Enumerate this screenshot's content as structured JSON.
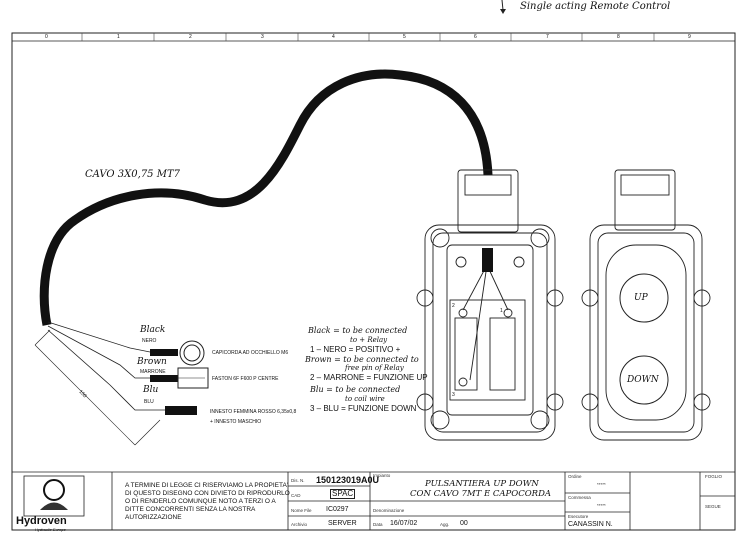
{
  "annotation_top": "Single acting Remote Control",
  "grid_columns": [
    "0",
    "1",
    "2",
    "3",
    "4",
    "5",
    "6",
    "7",
    "8",
    "9"
  ],
  "cable_label": "CAVO 3X0,75 MT7",
  "dimension": "150",
  "wires": [
    {
      "handwritten": "Black",
      "label": "NERO",
      "terminal": "CAPICORDA AD OCCHIELLO M6"
    },
    {
      "handwritten": "Brown",
      "label": "MARRONE",
      "terminal": "FASTON 6F F600 P CENTRE"
    },
    {
      "handwritten": "Blu",
      "label": "BLU",
      "terminal": "INNESTO FEMMINA ROSSO 6,35x0,8",
      "terminal2": "+ INNESTO MASCHIO"
    }
  ],
  "notes": [
    {
      "handwritten": "Black = to be connected",
      "handwritten2": "to + Relay",
      "legend": "1 – NERO = POSITIVO +"
    },
    {
      "handwritten": "Brown = to be connected to",
      "handwritten2": "free pin of Relay",
      "legend": "2 – MARRONE = FUNZIONE UP"
    },
    {
      "handwritten": "Blu = to be connected",
      "handwritten2": "to coil wire",
      "legend": "3 – BLU = FUNZIONE DOWN"
    }
  ],
  "terminal_numbers": [
    "1",
    "2",
    "3"
  ],
  "buttons": {
    "up": "UP",
    "down": "DOWN"
  },
  "title_block": {
    "company": "Hydroven",
    "company_sub": "Hydraulic Europe",
    "legal": [
      "A TERMINE DI LEGGE CI RISERVIAMO LA PROPIETA'",
      "DI QUESTO DISEGNO CON DIVIETO DI RIPRODURLO",
      "O DI RENDERLO COMUNQUE NOTO A TERZI O A",
      "DITTE CONCORRENTI SENZA LA NOSTRA",
      "AUTORIZZAZIONE"
    ],
    "dis_n_label": "Dis. N.",
    "dis_n": "150123019A0U",
    "cad_label": "CAD",
    "cad": "SPAC",
    "file_label": "Nome File",
    "file": "IC0297",
    "archivio_label": "Archivio",
    "archivio": "SERVER",
    "impianto_label": "Impianto",
    "title1": "PULSANTIERA UP DOWN",
    "title2": "CON CAVO 7MT E CAPOCORDA",
    "denominazione_label": "Denominazione",
    "data_label": "Data",
    "data": "16/07/02",
    "agg_label": "Agg.",
    "agg": "00",
    "ordine_label": "Ordine",
    "ordine": "*****",
    "commessa_label": "Commessa",
    "commessa": "*****",
    "esecutore_label": "Esecutore",
    "esecutore": "CANASSIN N.",
    "foglio_label": "FOGLIO",
    "segue_label": "SEGUE"
  }
}
